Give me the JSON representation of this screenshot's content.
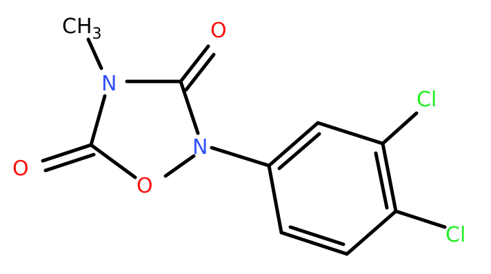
{
  "molecule": {
    "atoms": {
      "methyl": {
        "label": "CH",
        "subscript": "3"
      },
      "o_top": {
        "label": "O"
      },
      "o_left": {
        "label": "O"
      },
      "n4": {
        "label": "N"
      },
      "n2": {
        "label": "N"
      },
      "o_ring": {
        "label": "O"
      },
      "cl_top": {
        "label": "Cl"
      },
      "cl_bottom": {
        "label": "Cl"
      }
    },
    "colors": {
      "oxygen": "#FF0D0D",
      "nitrogen": "#3050F8",
      "chlorine": "#1FF01F",
      "carbon": "#000000"
    }
  }
}
